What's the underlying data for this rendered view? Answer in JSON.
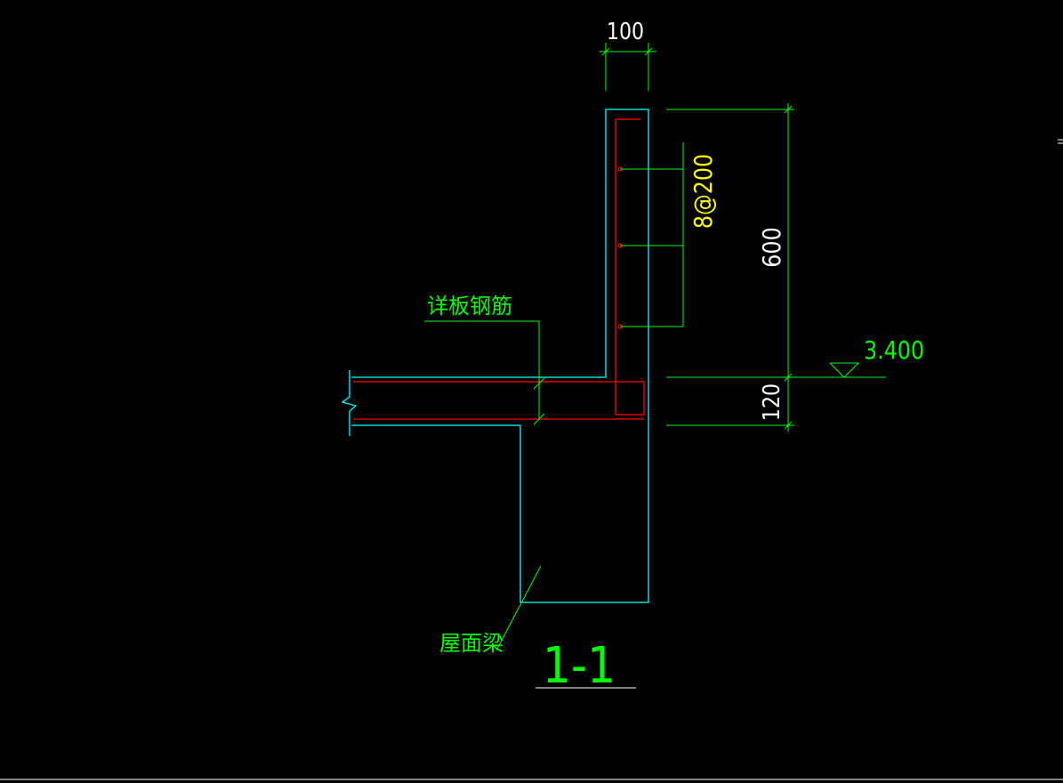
{
  "drawing": {
    "dim_top_width": "100",
    "dim_parapet_height": "600",
    "dim_slab_thickness": "120",
    "rebar_spec": "8@200",
    "elevation": "3.400",
    "label_slab_rebar": "详板钢筋",
    "label_roof_beam": "屋面梁",
    "section_title": "1-1"
  },
  "colors": {
    "background": "#000000",
    "concrete_outline": "#00ffff",
    "rebar": "#ff0000",
    "dimension": "#00ff00",
    "rebar_text": "#ffff00",
    "section_title": "#00ff00",
    "border": "#ffffff"
  }
}
